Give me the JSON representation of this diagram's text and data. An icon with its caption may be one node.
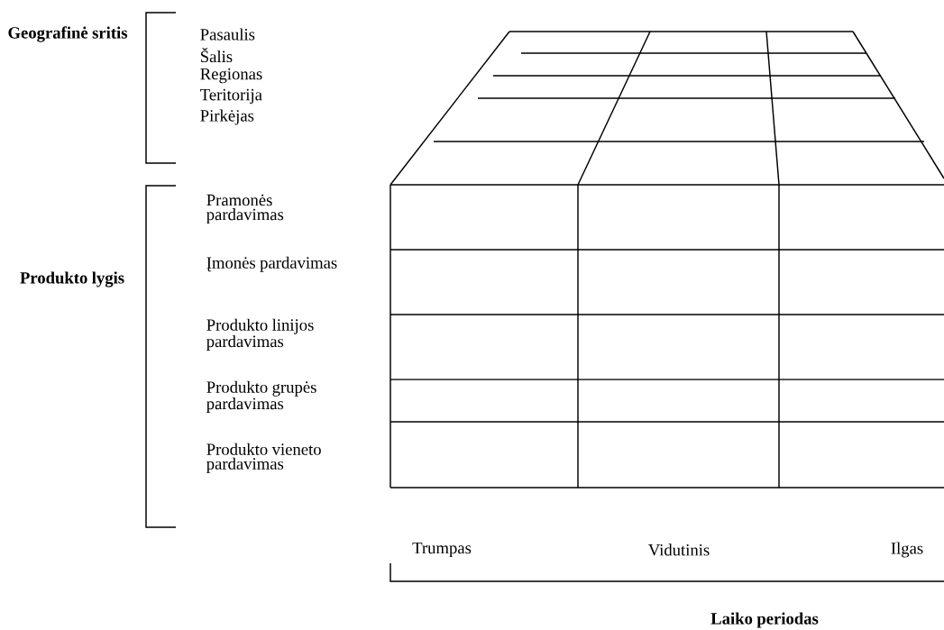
{
  "diagram": {
    "labels": [
      "Geografinė sritis",
      "Pasaulis",
      "Šalis",
      "Regionas",
      "Teritorija",
      "Pirkėjas",
      "Produkto lygis",
      "Pramonės pardavimas",
      "Įmonės pardavimas",
      "Produkto linijos pardavimas",
      "Produkto grupės pardavimas",
      "Produkto vieneto pardavimas",
      "Trumpas",
      "Vidutinis",
      "Ilgas",
      "Laiko periodas"
    ]
  }
}
